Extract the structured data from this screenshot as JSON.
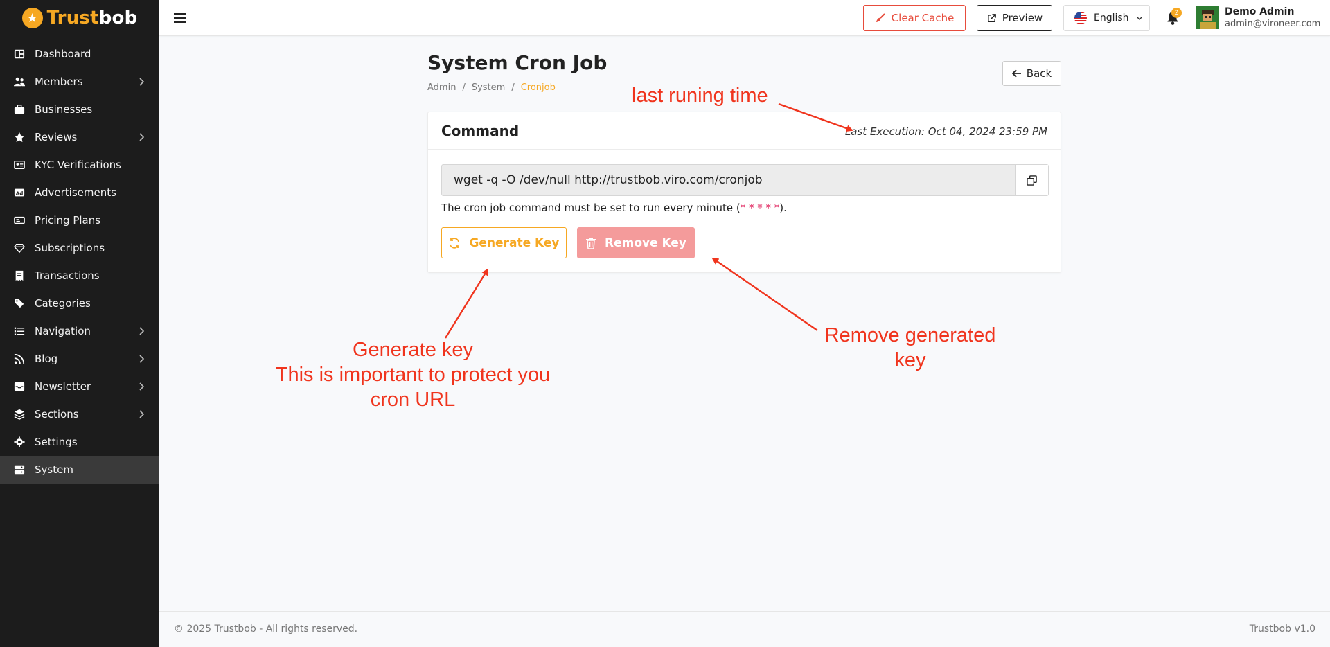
{
  "brand": {
    "name_part1": "Trust",
    "name_part2": "bob",
    "accent": "#f6a823"
  },
  "sidebar": {
    "items": [
      {
        "label": "Dashboard",
        "icon": "dashboard-icon",
        "has_children": false
      },
      {
        "label": "Members",
        "icon": "users-icon",
        "has_children": true
      },
      {
        "label": "Businesses",
        "icon": "briefcase-icon",
        "has_children": false
      },
      {
        "label": "Reviews",
        "icon": "star-icon",
        "has_children": true
      },
      {
        "label": "KYC Verifications",
        "icon": "id-card-icon",
        "has_children": false
      },
      {
        "label": "Advertisements",
        "icon": "ad-icon",
        "has_children": false
      },
      {
        "label": "Pricing Plans",
        "icon": "money-icon",
        "has_children": false
      },
      {
        "label": "Subscriptions",
        "icon": "gem-icon",
        "has_children": false
      },
      {
        "label": "Transactions",
        "icon": "receipt-icon",
        "has_children": false
      },
      {
        "label": "Categories",
        "icon": "tags-icon",
        "has_children": false
      },
      {
        "label": "Navigation",
        "icon": "list-icon",
        "has_children": true
      },
      {
        "label": "Blog",
        "icon": "rss-icon",
        "has_children": true
      },
      {
        "label": "Newsletter",
        "icon": "inbox-icon",
        "has_children": true
      },
      {
        "label": "Sections",
        "icon": "layers-icon",
        "has_children": true
      },
      {
        "label": "Settings",
        "icon": "gear-icon",
        "has_children": false
      },
      {
        "label": "System",
        "icon": "server-icon",
        "has_children": false,
        "active": true
      }
    ]
  },
  "topbar": {
    "clear_cache_label": "Clear Cache",
    "preview_label": "Preview",
    "language": "English",
    "notification_count": "2",
    "user_name": "Demo Admin",
    "user_email": "admin@vironeer.com"
  },
  "page": {
    "title": "System Cron Job",
    "breadcrumb": [
      "Admin",
      "System",
      "Cronjob"
    ],
    "back_label": "Back"
  },
  "card": {
    "title": "Command",
    "last_execution": "Last Execution: Oct 04, 2024 23:59 PM",
    "command": "wget -q -O /dev/null http://trustbob.viro.com/cronjob",
    "hint_prefix": "The cron job command must be set to run every minute (",
    "hint_stars": "* * * * *",
    "hint_suffix": ").",
    "generate_label": "Generate Key",
    "remove_label": "Remove Key"
  },
  "annotations": {
    "last_run": "last runing time",
    "generate_line1": "Generate key",
    "generate_line2": "This is important to protect you cron URL",
    "remove": "Remove generated key",
    "color": "#f0341d"
  },
  "footer": {
    "copyright": "© 2025 Trustbob - All rights reserved.",
    "version": "Trustbob v1.0"
  }
}
